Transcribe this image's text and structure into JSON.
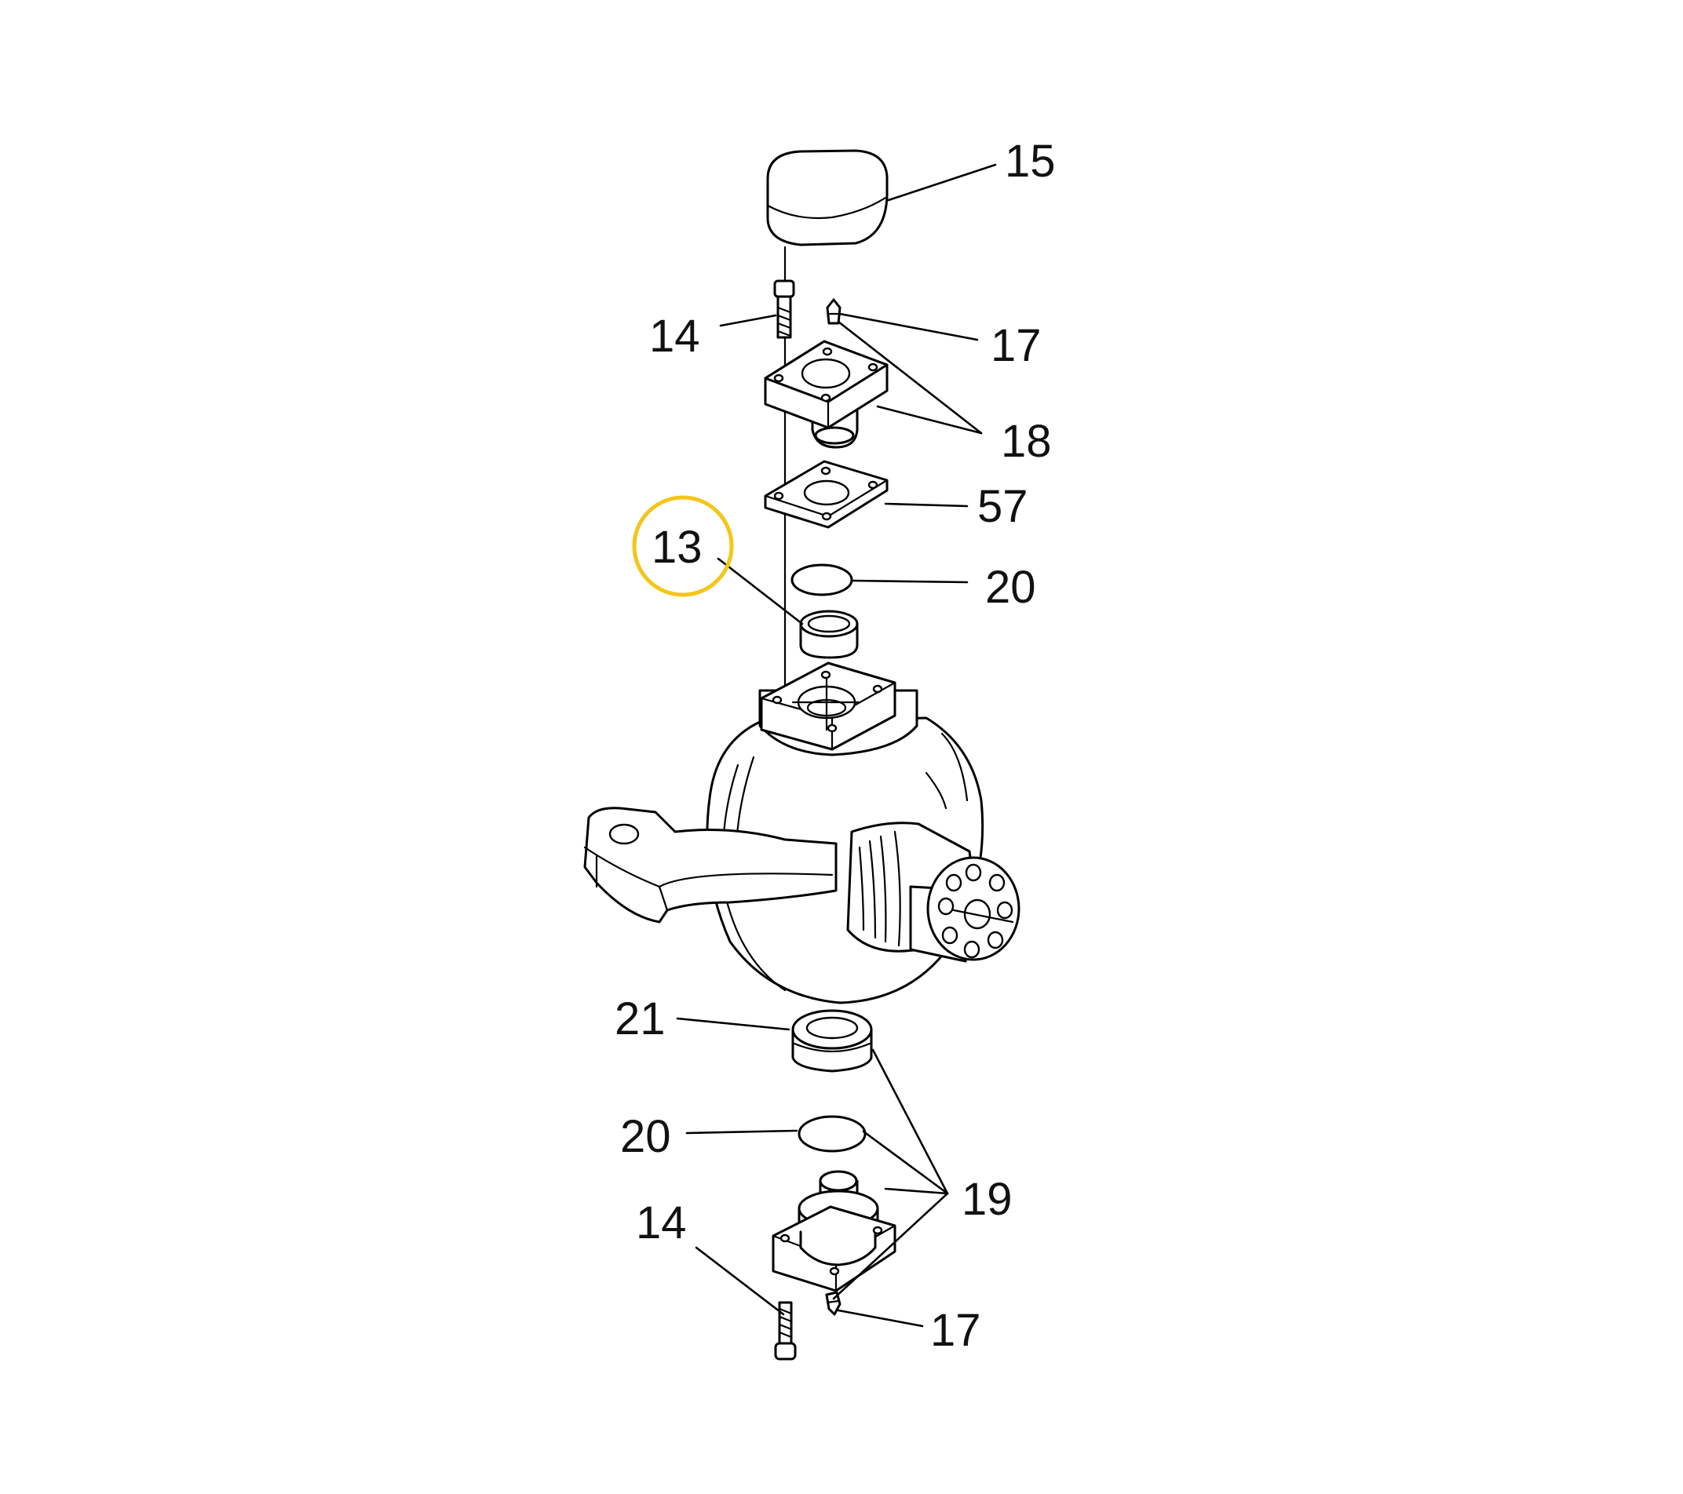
{
  "callouts": {
    "c15": "15",
    "c14_top": "14",
    "c17_top": "17",
    "c18": "18",
    "c57": "57",
    "c13": "13",
    "c20_top": "20",
    "c21": "21",
    "c20_bottom": "20",
    "c19": "19",
    "c14_bottom": "14",
    "c17_bottom": "17"
  },
  "highlight": {
    "target": "13",
    "color": "#F5C518"
  }
}
